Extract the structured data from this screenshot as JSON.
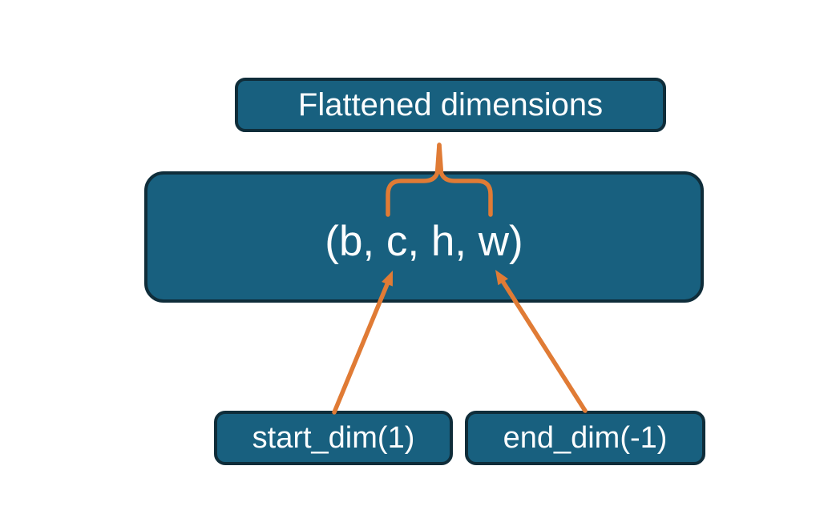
{
  "diagram": {
    "title": "Flatten dimensions diagram",
    "colors": {
      "background": "#FFFFFF",
      "node_fill": "#18607F",
      "node_border": "#0F2D3A",
      "node_text": "#FBFDFE",
      "accent_orange": "#E07B35"
    },
    "nodes": {
      "flattened": {
        "label": "Flattened dimensions"
      },
      "tensor": {
        "label": "(b, c, h, w)"
      },
      "start_dim": {
        "label": "start_dim(1)"
      },
      "end_dim": {
        "label": "end_dim(-1)"
      }
    },
    "connectors": {
      "brace": "curly brace grouping c,h,w dims, stem pointing up to Flattened dimensions box",
      "start_dim_arrow": "arrow from start_dim(1) box up to dim b/c in tensor shape",
      "end_dim_arrow": "arrow from end_dim(-1) box up to dim w in tensor shape"
    }
  }
}
